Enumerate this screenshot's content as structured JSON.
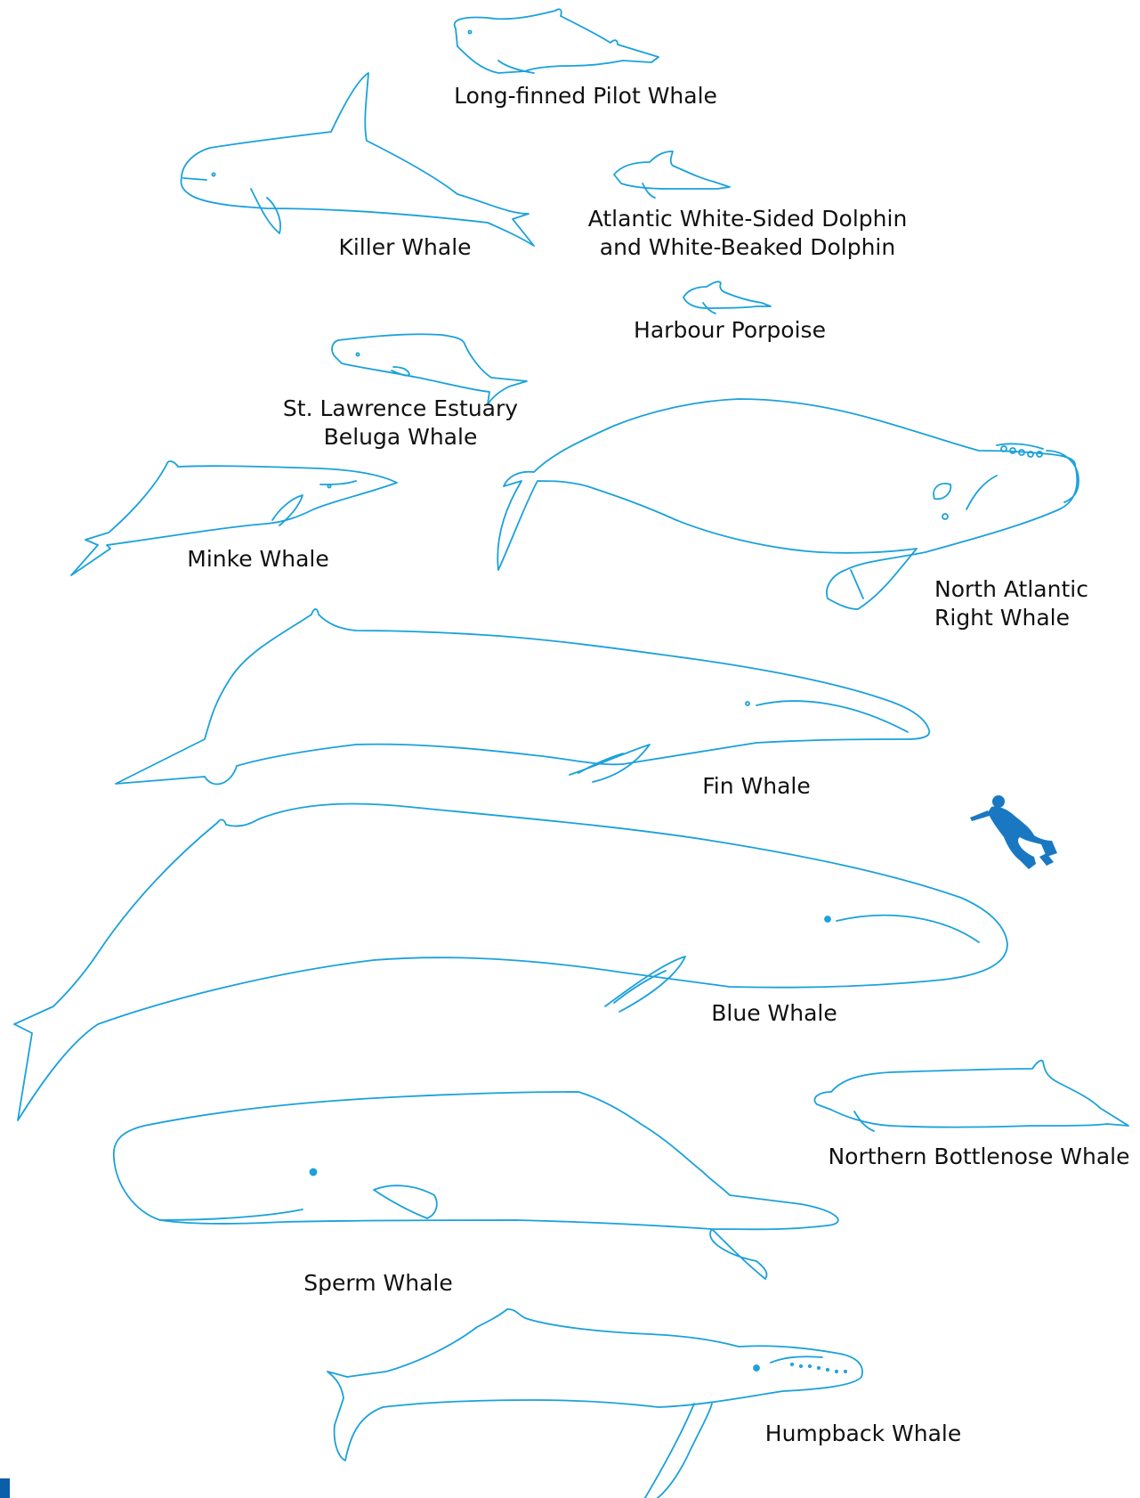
{
  "colors": {
    "outline": "#1ba1dc",
    "diver": "#1a78c2",
    "corner_mark": "#0a5fa8",
    "text": "#111111",
    "background": "#ffffff"
  },
  "labels": {
    "pilot": "Long-finned Pilot Whale",
    "killer": "Killer Whale",
    "dolphin": [
      "Atlantic White-Sided Dolphin",
      "and White-Beaked Dolphin"
    ],
    "porpoise": "Harbour Porpoise",
    "beluga": [
      "St. Lawrence Estuary",
      "Beluga Whale"
    ],
    "minke": "Minke Whale",
    "right": [
      "North Atlantic",
      "Right Whale"
    ],
    "fin": "Fin Whale",
    "blue": "Blue Whale",
    "bottlenose": "Northern Bottlenose Whale",
    "sperm": "Sperm Whale",
    "humpback": "Humpback Whale"
  },
  "figures": [
    {
      "id": "pilot",
      "icon": "pilot-whale-outline"
    },
    {
      "id": "killer",
      "icon": "killer-whale-outline"
    },
    {
      "id": "dolphin",
      "icon": "dolphin-outline"
    },
    {
      "id": "porpoise",
      "icon": "porpoise-outline"
    },
    {
      "id": "beluga",
      "icon": "beluga-outline"
    },
    {
      "id": "minke",
      "icon": "minke-whale-outline"
    },
    {
      "id": "right",
      "icon": "right-whale-outline"
    },
    {
      "id": "fin",
      "icon": "fin-whale-outline"
    },
    {
      "id": "diver",
      "icon": "scuba-diver-icon"
    },
    {
      "id": "blue",
      "icon": "blue-whale-outline"
    },
    {
      "id": "bottlenose",
      "icon": "bottlenose-whale-outline"
    },
    {
      "id": "sperm",
      "icon": "sperm-whale-outline"
    },
    {
      "id": "humpback",
      "icon": "humpback-whale-outline"
    }
  ]
}
